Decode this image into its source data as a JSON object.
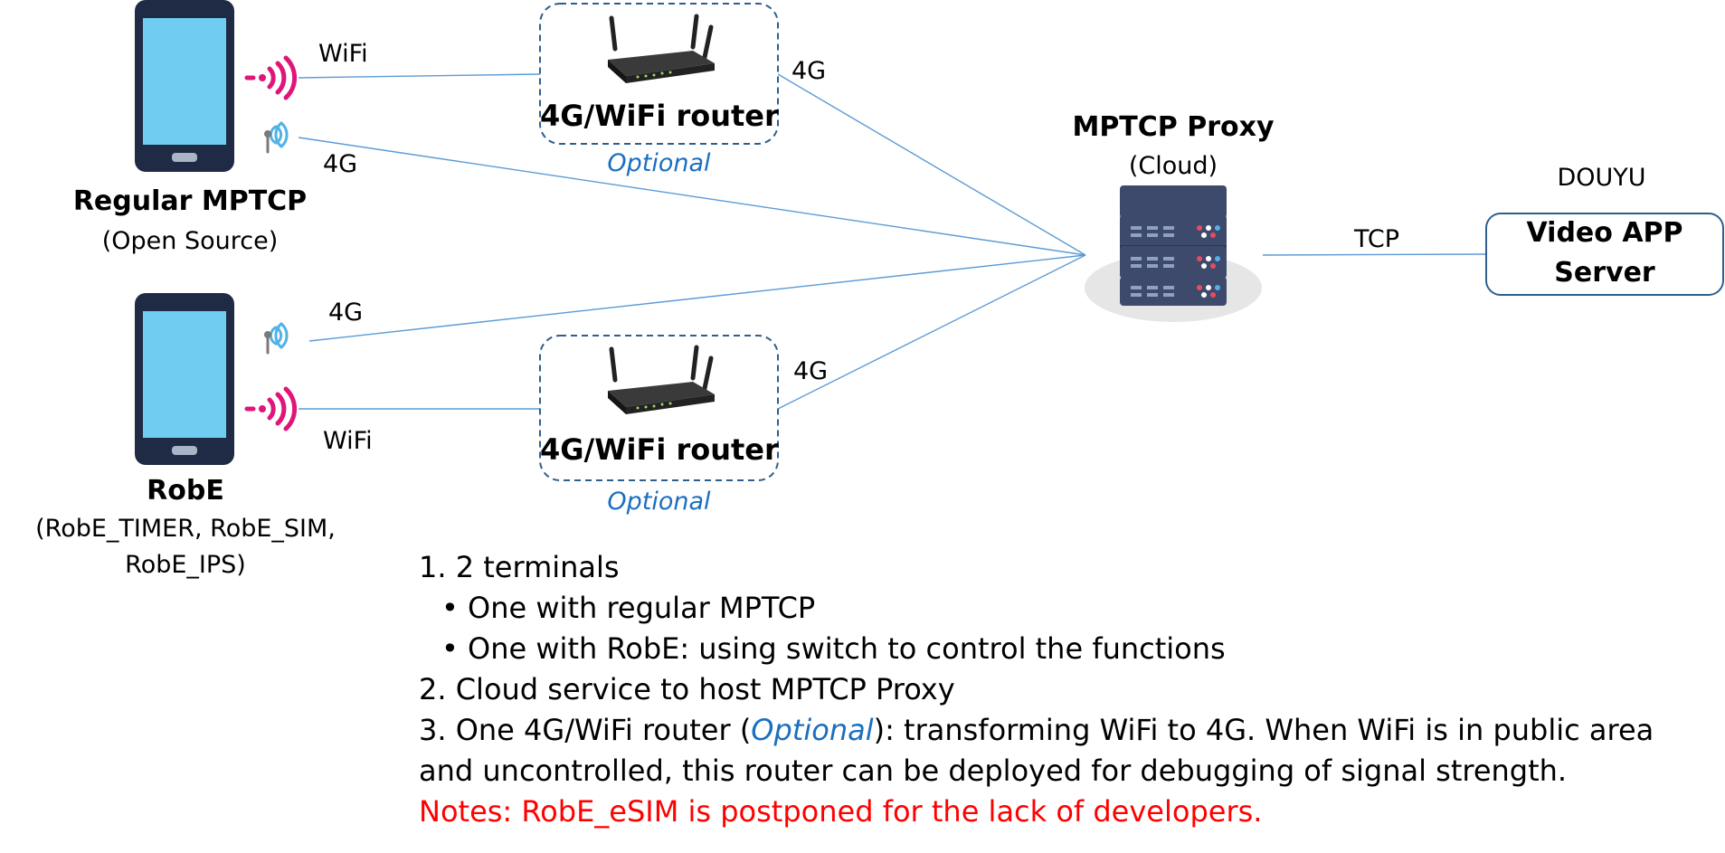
{
  "connections": {
    "phone1_wifi": "WiFi",
    "phone1_4g": "4G",
    "router1_4g": "4G",
    "phone2_4g": "4G",
    "phone2_wifi": "WiFi",
    "router2_4g": "4G",
    "proxy_tcp": "TCP"
  },
  "routers": [
    {
      "label": "4G/WiFi router",
      "note": "Optional"
    },
    {
      "label": "4G/WiFi router",
      "note": "Optional"
    }
  ],
  "phones": [
    {
      "title": "Regular MPTCP",
      "subtitle_lines": [
        "(Open Source)"
      ]
    },
    {
      "title": "RobE",
      "subtitle_lines": [
        "(RobE_TIMER, RobE_SIM,",
        "RobE_IPS)"
      ]
    }
  ],
  "proxy": {
    "title": "MPTCP Proxy",
    "subtitle": "(Cloud)"
  },
  "server": {
    "top_label": "DOUYU",
    "line1": "Video APP",
    "line2": "Server"
  },
  "notes": {
    "item1": "1.   2 terminals",
    "item1_bullet1": "•   One with regular MPTCP",
    "item1_bullet2": "•   One with RobE: using switch to control the functions",
    "item2": "2.   Cloud service to host MPTCP Proxy",
    "item3_pre": "3.   One 4G/WiFi router (",
    "item3_optional": "Optional",
    "item3_post": "): transforming WiFi to 4G. When WiFi is in public area",
    "item3_line2": "and uncontrolled, this router can be deployed for debugging of signal strength.",
    "red_note": "Notes: RobE_eSIM is postponed for the lack of developers."
  },
  "colors": {
    "line": "#5b9bd5",
    "router_border": "#2e5e8e",
    "server_border": "#2e5e8e",
    "optional_text": "#1a6fc0",
    "wifi_icon": "#e0157a",
    "antenna_icon": "#4fb3e8",
    "phone_body": "#1f2a44",
    "phone_screen": "#6fcdf2",
    "note_red": "#ff0000"
  },
  "icons": [
    "phone-icon",
    "wifi-signal-icon",
    "antenna-icon",
    "router-icon",
    "server-stack-icon"
  ]
}
